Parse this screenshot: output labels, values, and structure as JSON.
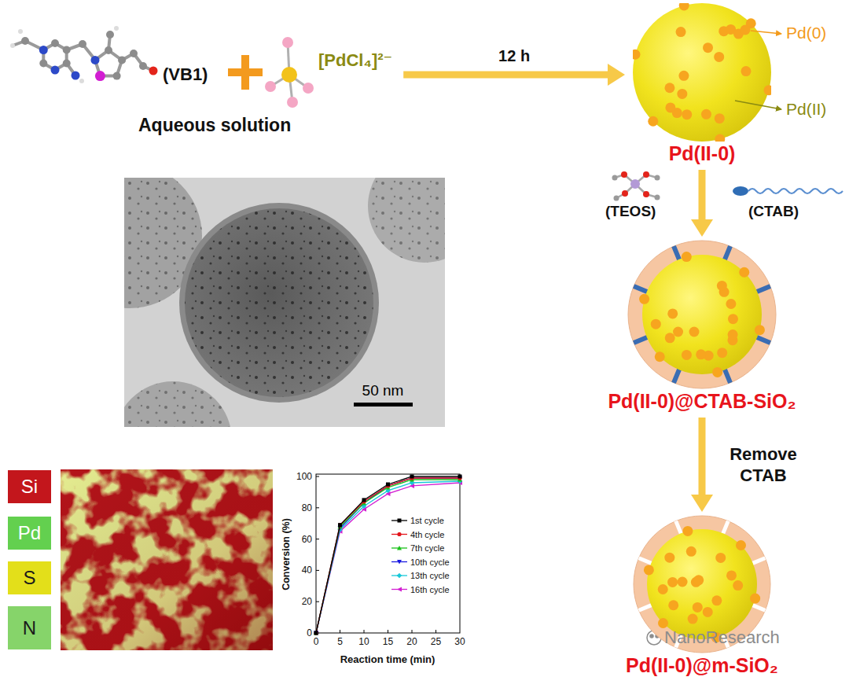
{
  "diagram": {
    "nodes": [
      {
        "text": [
          "(VB1)"
        ]
      },
      {
        "text": [
          "[PdCl₄]²⁻"
        ]
      },
      {
        "text": [
          "Pd(II-0)"
        ]
      },
      {
        "text": [
          "Pd(II-0)@CTAB-SiO₂"
        ]
      },
      {
        "text": [
          "Pd(II-0)@m-SiO₂"
        ]
      }
    ],
    "edges": [
      {
        "from": 1,
        "to": 2,
        "arrow": "to",
        "label": "12 h"
      },
      {
        "from": 2,
        "to": 3,
        "arrow": "to"
      },
      {
        "from": 3,
        "to": 4,
        "arrow": "to",
        "label": "Remove CTAB"
      }
    ],
    "labels": [
      "Aqueous solution",
      "Pd(0)",
      "Pd(II)",
      "(TEOS)",
      "(CTAB)",
      "50 nm",
      "0",
      "20",
      "40",
      "60",
      "80",
      "100",
      "0",
      "5",
      "10",
      "15",
      "20",
      "25",
      "30",
      "Conversion (%)",
      "Reaction time (min)",
      "NanoResearch"
    ],
    "legend": [
      {
        "text": "Si",
        "color": "#c3161c"
      },
      {
        "text": "Pd",
        "color": "#63d04f"
      },
      {
        "text": "S",
        "color": "#e3df1a"
      },
      {
        "text": "N",
        "color": "#86d46a"
      },
      {
        "text": "1st cycle"
      },
      {
        "text": "4th cycle"
      },
      {
        "text": "7th cycle"
      },
      {
        "text": "10th cycle"
      },
      {
        "text": "13th cycle"
      },
      {
        "text": "16th cycle"
      }
    ]
  }
}
